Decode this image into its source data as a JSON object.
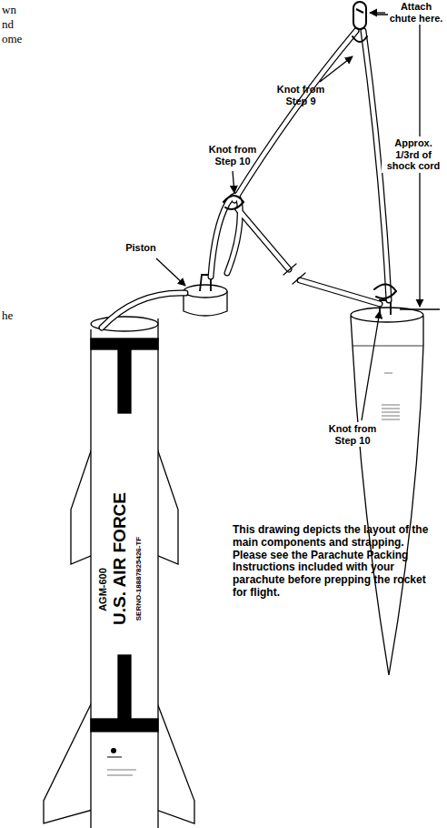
{
  "diagram": {
    "labels": [
      "wn",
      "nd",
      "ome",
      "he",
      "Attach chute here.",
      "Knot from Step 9",
      "Approx. 1/3rd of shock cord",
      "Knot from Step 10",
      "Piston",
      "Knot from Step 10",
      "This drawing depicts the layout of the main components and strapping. Please see the Parachute Packing Instructions included with your parachute before prepping the rocket for flight.",
      "AGM-600",
      "U.S. AIR FORCE",
      "SERNO-18887825426-TF"
    ]
  }
}
